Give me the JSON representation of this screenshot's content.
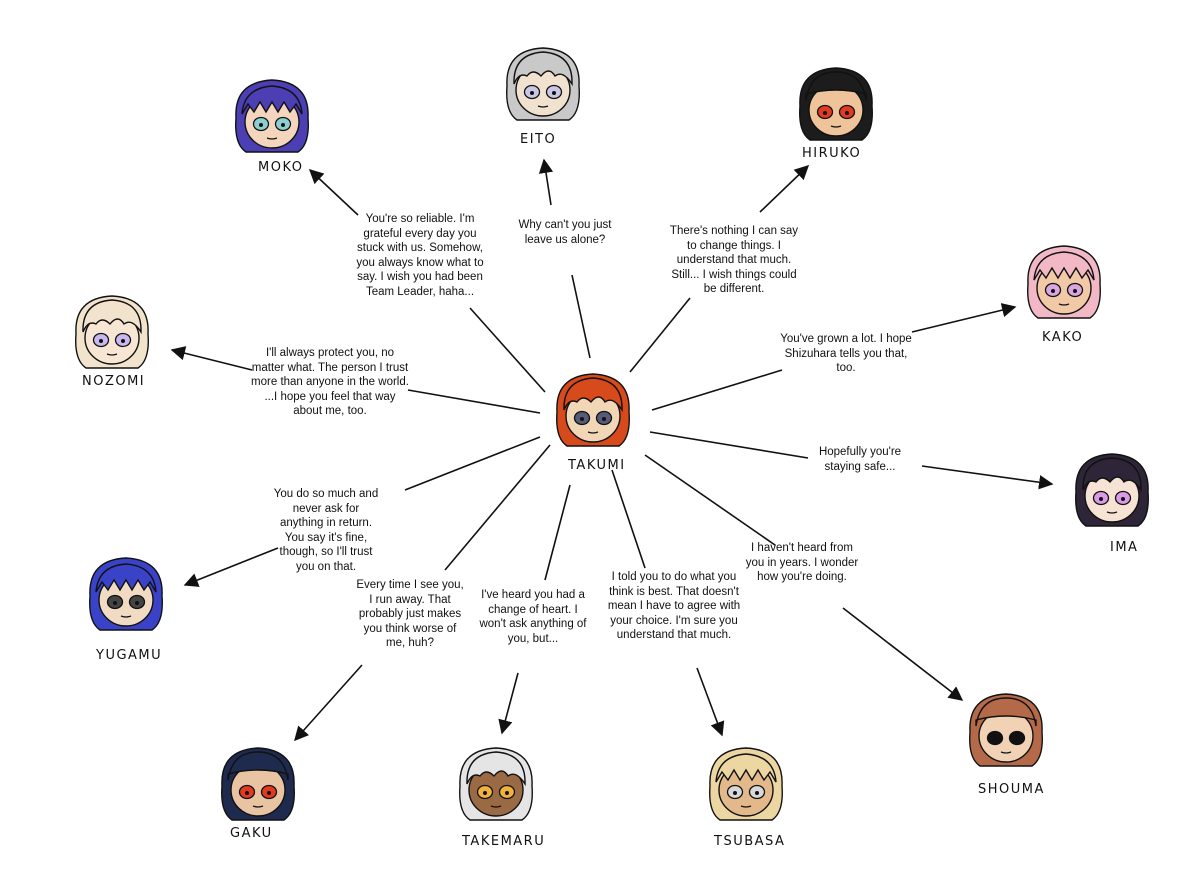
{
  "center": {
    "name": "TAKUMI",
    "skin": "#f2d7b6",
    "hair": "#d64a1c",
    "eyes": "#555b78"
  },
  "characters": [
    {
      "id": "moko",
      "name": "MOKO",
      "skin": "#f4d5be",
      "hair": "#4b3fb3",
      "eyes": "#8ccfd0",
      "quote": "You're so reliable. I'm grateful every day you stuck with us. Somehow, you always know what to say. I wish you had been Team Leader, haha..."
    },
    {
      "id": "eito",
      "name": "EITO",
      "skin": "#f1e1cf",
      "hair": "#c9c9c9",
      "eyes": "#c9c6e6",
      "quote": "Why can't you just leave us alone?"
    },
    {
      "id": "hiruko",
      "name": "HIRUKO",
      "skin": "#f0c49a",
      "hair": "#1c1c1c",
      "eyes": "#e03a1f",
      "quote": "There's nothing I can say to change things. I understand that much. Still... I wish things could be different."
    },
    {
      "id": "kako",
      "name": "KAKO",
      "skin": "#f1c9a6",
      "hair": "#f2b8c6",
      "eyes": "#d9a6e0",
      "quote": "You've grown a lot. I hope Shizuhara tells you that, too."
    },
    {
      "id": "ima",
      "name": "IMA",
      "skin": "#f7e3d3",
      "hair": "#2e2538",
      "eyes": "#d99be6",
      "quote": "Hopefully you're staying safe..."
    },
    {
      "id": "shouma",
      "name": "SHOUMA",
      "skin": "#f1d2b5",
      "hair": "#b46a48",
      "eyes": "#111111",
      "quote": "I haven't heard from you in years. I wonder how you're doing."
    },
    {
      "id": "tsubasa",
      "name": "TSUBASA",
      "skin": "#e3b98c",
      "hair": "#ecd6a2",
      "eyes": "#d8d8d8",
      "quote": "I told you to do what you think is best. That doesn't mean I have to agree with your choice. I'm sure you understand that much."
    },
    {
      "id": "takemaru",
      "name": "TAKEMARU",
      "skin": "#9a6a45",
      "hair": "#e5e5e5",
      "eyes": "#f0b23a",
      "quote": "I've heard you had a change of heart. I won't ask anything of you, but..."
    },
    {
      "id": "gaku",
      "name": "GAKU",
      "skin": "#e8c4a2",
      "hair": "#1f2a4f",
      "eyes": "#e03a1f",
      "quote": "Every time I see you, I run away. That probably just makes you think worse of me, huh?"
    },
    {
      "id": "yugamu",
      "name": "YUGAMU",
      "skin": "#f1dcc3",
      "hair": "#3a43c8",
      "eyes": "#444444",
      "quote": "You do so much and never ask for anything in return. You say it's fine, though, so I'll trust you on that."
    },
    {
      "id": "nozomi",
      "name": "NOZOMI",
      "skin": "#f7e6d3",
      "hair": "#f2e3cc",
      "eyes": "#c9b8ef",
      "quote": "I'll always protect you, no matter what. The person I trust more than anyone in the world. ...I hope you feel that way about me, too."
    }
  ]
}
